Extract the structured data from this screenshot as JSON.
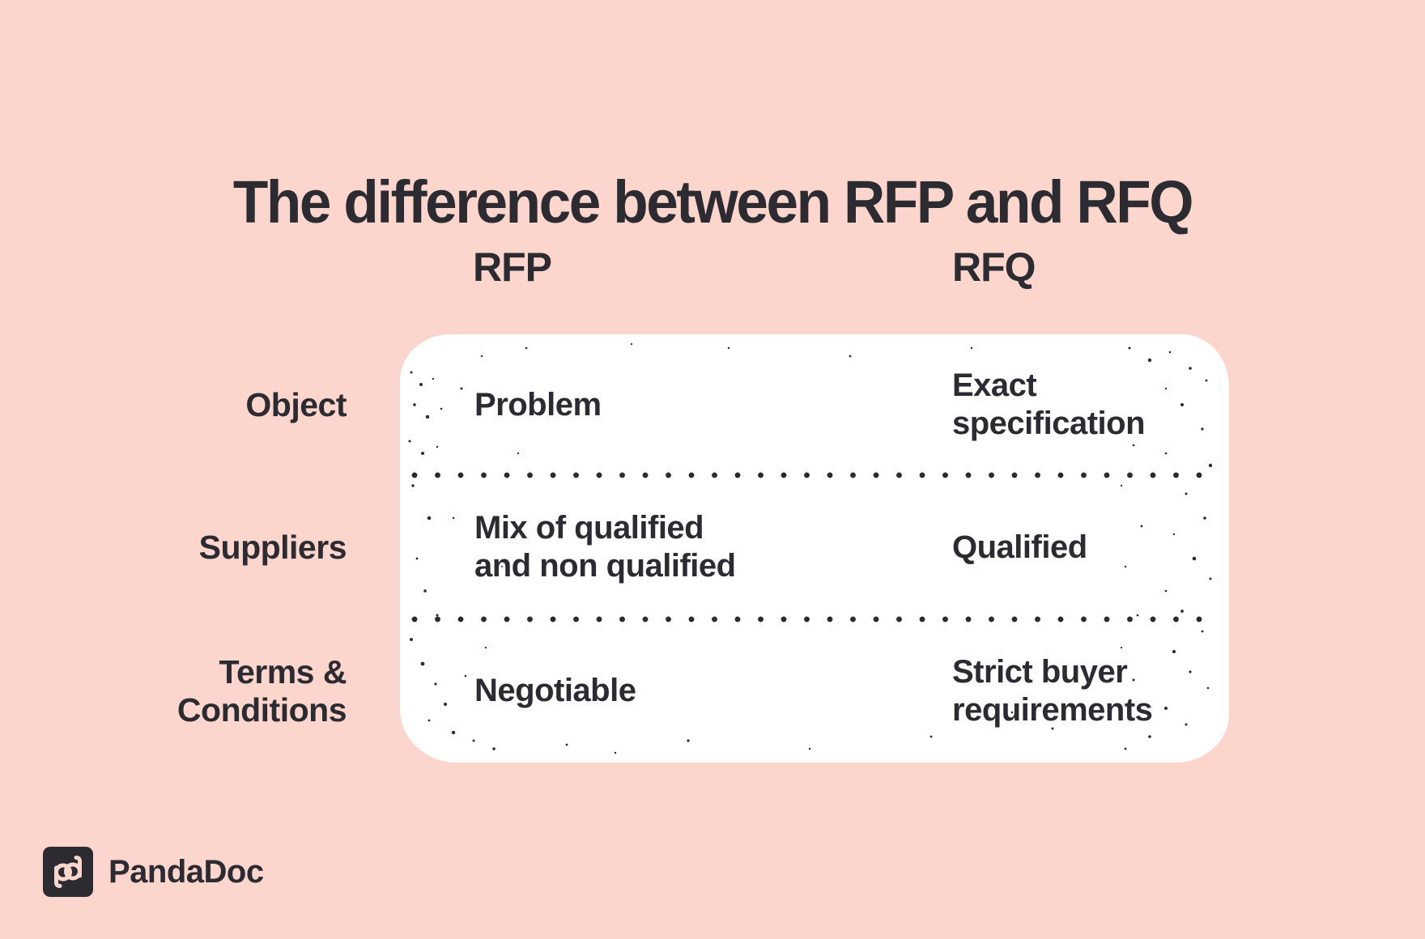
{
  "title": "The difference between RFP and RFQ",
  "columns": [
    {
      "key": "rfp",
      "label": "RFP"
    },
    {
      "key": "rfq",
      "label": "RFQ"
    }
  ],
  "rows": [
    {
      "label": "Object",
      "rfp": "Problem",
      "rfq": "Exact\nspecification"
    },
    {
      "label": "Suppliers",
      "rfp": "Mix of qualified\nand non qualified",
      "rfq": "Qualified"
    },
    {
      "label": "Terms &\nConditions",
      "rfp": "Negotiable",
      "rfq": "Strict buyer\nrequirements"
    }
  ],
  "footer": {
    "brand": "PandaDoc",
    "logo_icon": "pandadoc-pd-monogram-icon"
  },
  "colors": {
    "background": "#fcd6cd",
    "card": "#ffffff",
    "ink": "#2b2b31"
  }
}
